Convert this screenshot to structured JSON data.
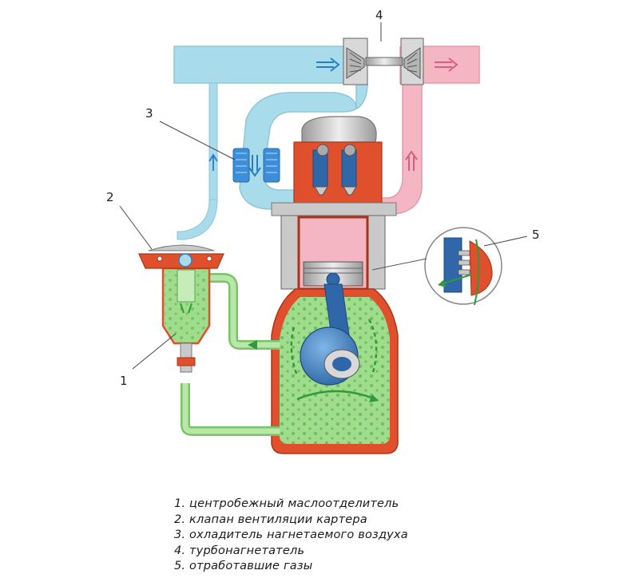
{
  "callouts": {
    "c1": "1",
    "c2": "2",
    "c3": "3",
    "c4": "4",
    "c5": "5"
  },
  "legend": [
    "1. центробежный маслоотделитель",
    "2. клапан вентиляции картера",
    "3. охладитель нагнетаемого воздуха",
    "4. турбонагнетатель",
    "5. отработавшие газы"
  ],
  "colors": {
    "intake_air": "#a9dcea",
    "exhaust_gas": "#f3b6c2",
    "crankcase_gas": "#9fdc8e",
    "engine_red": "#e0502c",
    "engine_grey": "#c9c9c9",
    "cooler_blue": "#3d8ed8",
    "flow_arrow_green": "#2f9a3a",
    "flow_arrow_blue": "#2a7cc8",
    "flow_arrow_red": "#d8607a"
  },
  "icons": [
    "intake-arrow-icon",
    "exhaust-arrow-icon",
    "flow-arrow-icon"
  ]
}
